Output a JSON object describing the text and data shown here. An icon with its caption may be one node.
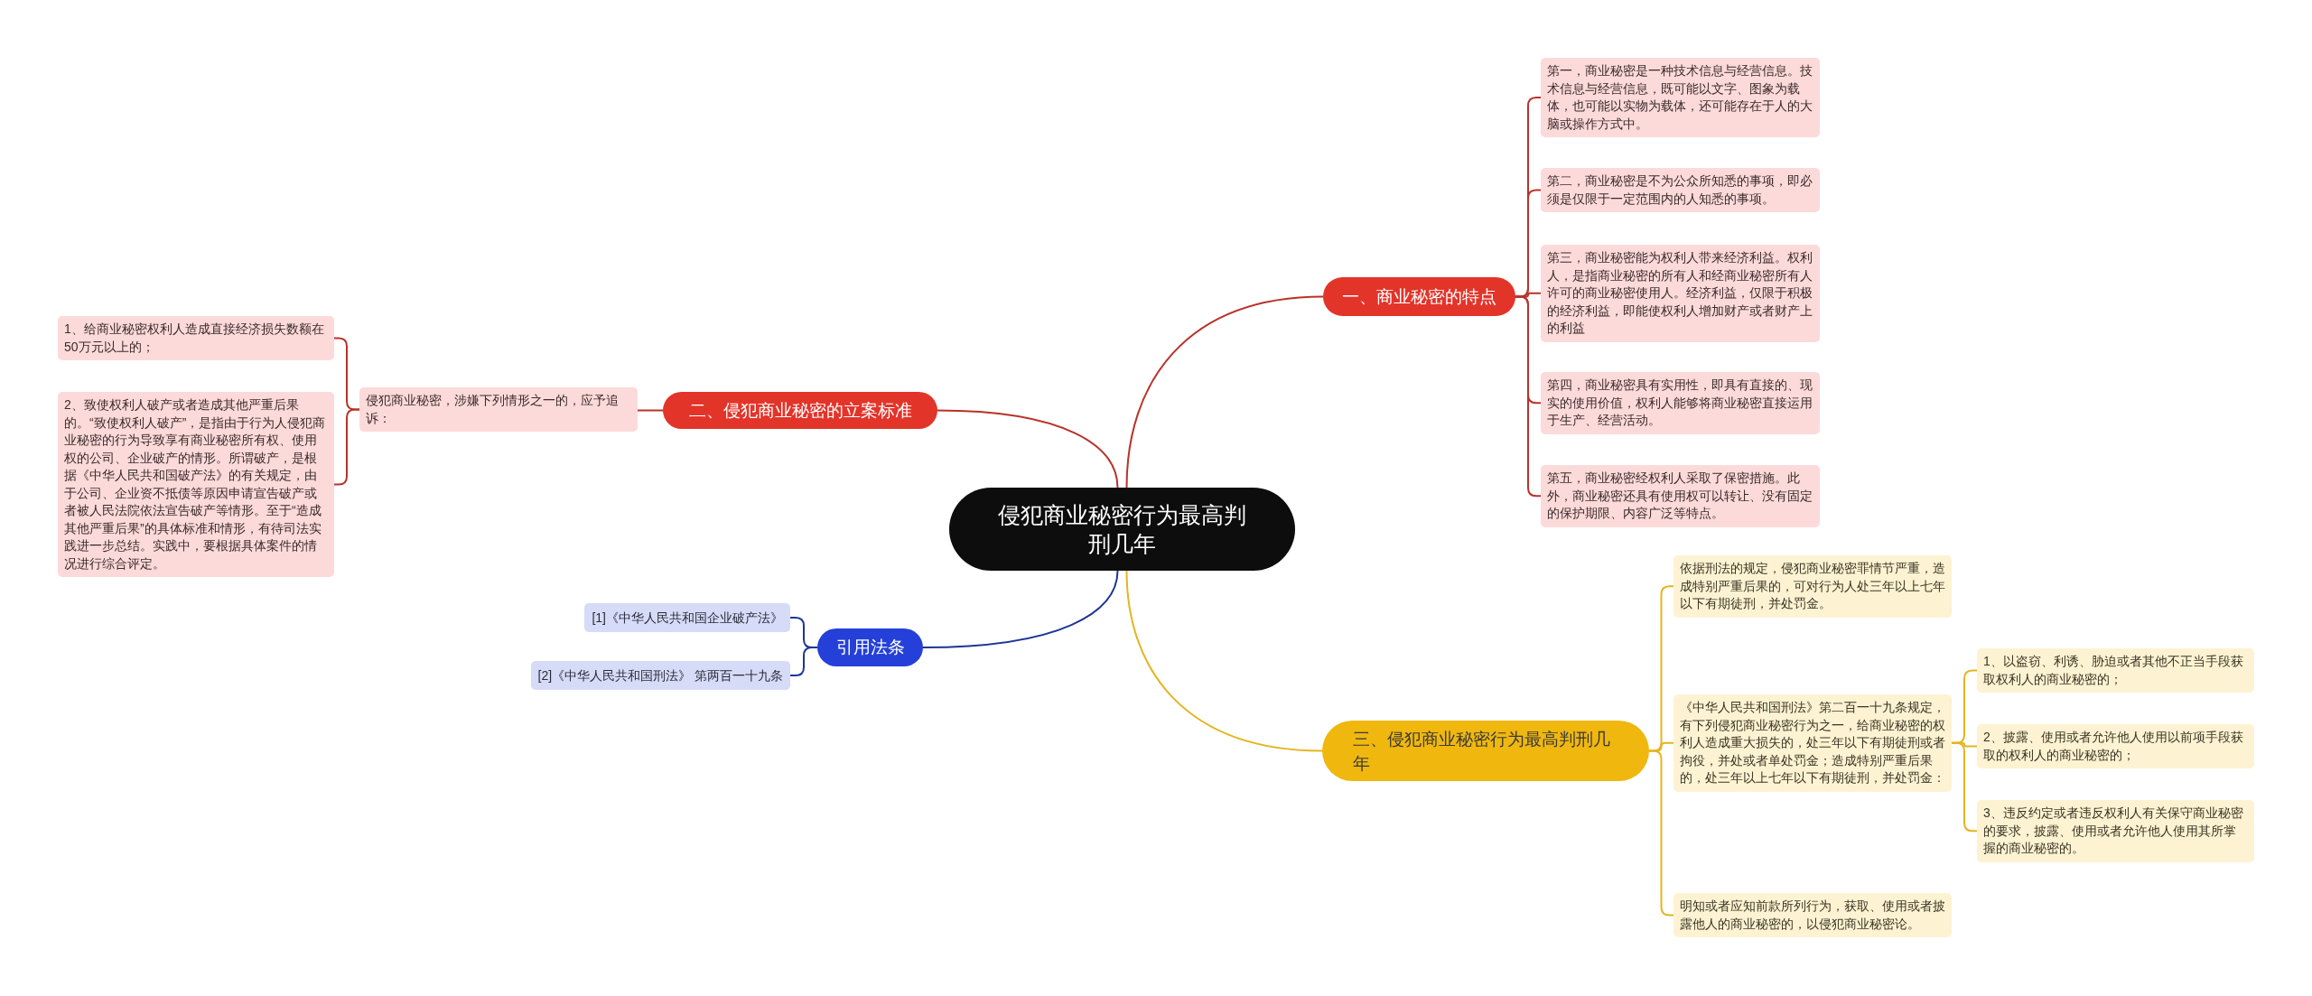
{
  "diagram": {
    "nodes": [
      {
        "text": [
          "侵犯商业秘密行为最高判刑几年"
        ]
      },
      {
        "text": [
          "一、商业秘密的特点"
        ]
      },
      {
        "text": [
          "第一，商业秘密是一种技术信息与经营信息。技术信息与经营信息，既可能以文字、图象为载体，也可能以实物为载体，还可能存在于人的大脑或操作方式中。"
        ]
      },
      {
        "text": [
          "第二，商业秘密是不为公众所知悉的事项，即必须是仅限于一定范围内的人知悉的事项。"
        ]
      },
      {
        "text": [
          "第三，商业秘密能为权利人带来经济利益。权利人，是指商业秘密的所有人和经商业秘密所有人许可的商业秘密使用人。经济利益，仅限于积极的经济利益，即能使权利人增加财产或者财产上的利益"
        ]
      },
      {
        "text": [
          "第四，商业秘密具有实用性，即具有直接的、现实的使用价值，权利人能够将商业秘密直接运用于生产、经营活动。"
        ]
      },
      {
        "text": [
          "第五，商业秘密经权利人采取了保密措施。此外，商业秘密还具有使用权可以转让、没有固定的保护期限、内容广泛等特点。"
        ]
      },
      {
        "text": [
          "二、侵犯商业秘密的立案标准"
        ]
      },
      {
        "text": [
          "侵犯商业秘密，涉嫌下列情形之一的，应予追诉："
        ]
      },
      {
        "text": [
          "1、给商业秘密权利人造成直接经济损失数额在50万元以上的；"
        ]
      },
      {
        "text": [
          "2、致使权利人破产或者造成其他严重后果的。“致使权利人破产”，是指由于行为人侵犯商业秘密的行为导致享有商业秘密所有权、使用权的公司、企业破产的情形。所谓破产，是根据《中华人民共和国破产法》的有关规定，由于公司、企业资不抵债等原因申请宣告破产或者被人民法院依法宣告破产等情形。至于“造成其他严重后果”的具体标准和情形，有待司法实践进一步总结。实践中，要根据具体案件的情况进行综合评定。"
        ]
      },
      {
        "text": [
          "引用法条"
        ]
      },
      {
        "text": [
          "[1]《中华人民共和国企业破产法》"
        ]
      },
      {
        "text": [
          "[2]《中华人民共和国刑法》 第两百一十九条"
        ]
      },
      {
        "text": [
          "三、侵犯商业秘密行为最高判刑几年"
        ]
      },
      {
        "text": [
          "依据刑法的规定，侵犯商业秘密罪情节严重，造成特别严重后果的，可对行为人处三年以上七年以下有期徒刑，并处罚金。"
        ]
      },
      {
        "text": [
          "《中华人民共和国刑法》第二百一十九条规定，有下列侵犯商业秘密行为之一，给商业秘密的权利人造成重大损失的，处三年以下有期徒刑或者拘役，并处或者单处罚金；造成特别严重后果的，处三年以上七年以下有期徒刑，并处罚金："
        ]
      },
      {
        "text": [
          "1、以盗窃、利诱、胁迫或者其他不正当手段获取权利人的商业秘密的；"
        ]
      },
      {
        "text": [
          "2、披露、使用或者允许他人使用以前项手段获取的权利人的商业秘密的；"
        ]
      },
      {
        "text": [
          "3、违反约定或者违反权利人有关保守商业秘密的要求，披露、使用或者允许他人使用其所掌握的商业秘密的。"
        ]
      },
      {
        "text": [
          "明知或者应知前款所列行为，获取、使用或者披露他人的商业秘密的，以侵犯商业秘密论。"
        ]
      }
    ],
    "edges": [
      {
        "from": 0,
        "to": 1,
        "arrow": "none"
      },
      {
        "from": 1,
        "to": 2,
        "arrow": "none"
      },
      {
        "from": 1,
        "to": 3,
        "arrow": "none"
      },
      {
        "from": 1,
        "to": 4,
        "arrow": "none"
      },
      {
        "from": 1,
        "to": 5,
        "arrow": "none"
      },
      {
        "from": 1,
        "to": 6,
        "arrow": "none"
      },
      {
        "from": 0,
        "to": 7,
        "arrow": "none"
      },
      {
        "from": 7,
        "to": 8,
        "arrow": "none"
      },
      {
        "from": 8,
        "to": 9,
        "arrow": "none"
      },
      {
        "from": 8,
        "to": 10,
        "arrow": "none"
      },
      {
        "from": 0,
        "to": 11,
        "arrow": "none",
        "color": "#1d3596"
      },
      {
        "from": 11,
        "to": 12,
        "arrow": "none",
        "color": "#1d3596"
      },
      {
        "from": 11,
        "to": 13,
        "arrow": "none",
        "color": "#1d3596"
      },
      {
        "from": 0,
        "to": 14,
        "arrow": "none",
        "color": "#e5b420"
      },
      {
        "from": 14,
        "to": 15,
        "arrow": "none",
        "color": "#e5b420"
      },
      {
        "from": 14,
        "to": 16,
        "arrow": "none",
        "color": "#e5b420"
      },
      {
        "from": 14,
        "to": 20,
        "arrow": "none",
        "color": "#e5b420"
      },
      {
        "from": 16,
        "to": 17,
        "arrow": "none",
        "color": "#e5b420"
      },
      {
        "from": 16,
        "to": 18,
        "arrow": "none",
        "color": "#e5b420"
      },
      {
        "from": 16,
        "to": 19,
        "arrow": "none",
        "color": "#e5b420"
      }
    ]
  }
}
